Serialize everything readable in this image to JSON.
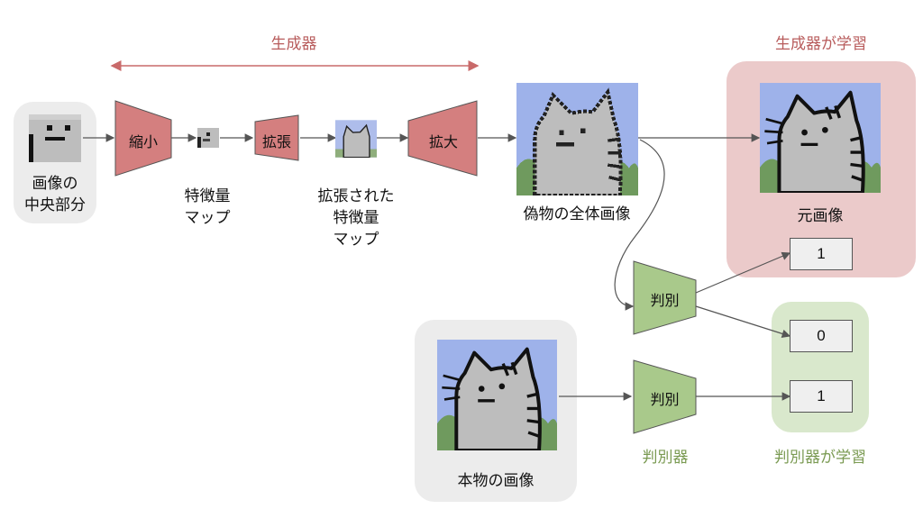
{
  "generator_title": "生成器",
  "generator_learns": "生成器が学習",
  "input": {
    "label": "画像の\n中央部分"
  },
  "encoder": {
    "label": "縮小"
  },
  "feature_map": {
    "label": "特徴量\nマップ"
  },
  "expander": {
    "label": "拡張"
  },
  "expanded_feature_map": {
    "label": "拡張された\n特徴量\nマップ"
  },
  "upscaler": {
    "label": "拡大"
  },
  "fake_image": {
    "label": "偽物の全体画像"
  },
  "original_image": {
    "label": "元画像"
  },
  "discriminator_top": {
    "label": "判別"
  },
  "discriminator_bottom": {
    "label": "判別"
  },
  "real_image": {
    "label": "本物の画像"
  },
  "discriminator_name": "判別器",
  "discriminator_learns": "判別器が学習",
  "outputs": {
    "original": "1",
    "fake": "0",
    "real": "1"
  },
  "colors": {
    "red_fill": "#d47f7f",
    "red_panel": "#ebcaca",
    "green_fill": "#a9c98b",
    "green_panel": "#d9e8cc",
    "grey_panel": "#ececec",
    "sky": "#9eb2ea",
    "grass": "#6f9a5e",
    "cat": "#bdbdbd"
  }
}
